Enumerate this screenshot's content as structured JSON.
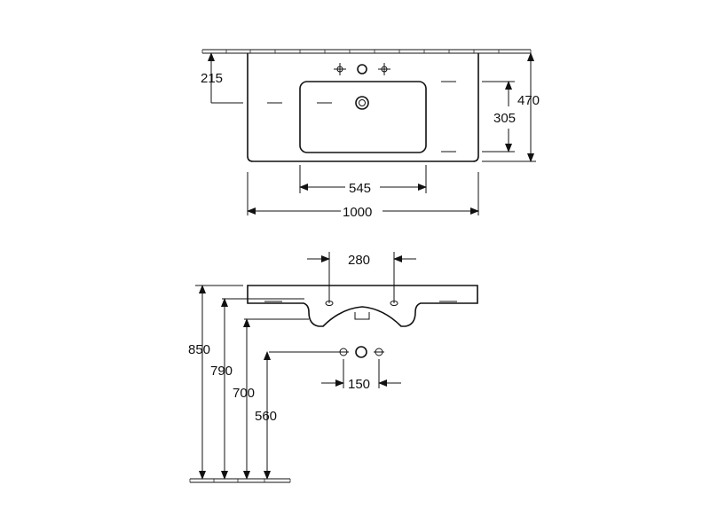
{
  "top_view": {
    "dims": {
      "depth_faucet": "215",
      "total_depth": "470",
      "basin_depth": "305",
      "basin_width": "545",
      "total_width": "1000"
    }
  },
  "side_view": {
    "dims": {
      "hole_spacing": "280",
      "tap_spacing": "150",
      "height_850": "850",
      "height_790": "790",
      "height_700": "700",
      "height_560": "560"
    }
  }
}
